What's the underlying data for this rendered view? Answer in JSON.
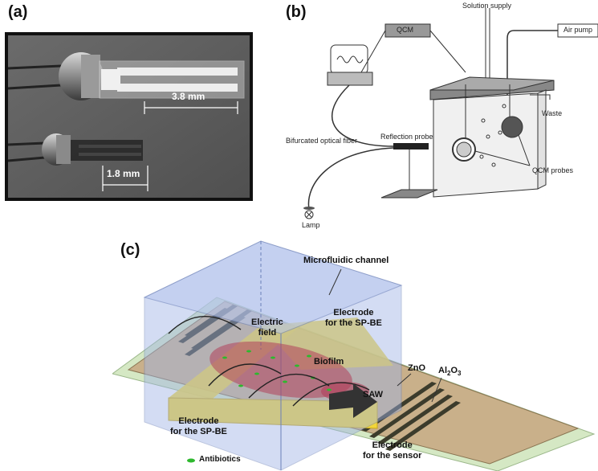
{
  "panel_a": {
    "letter": "(a)",
    "dim_large": "3.8 mm",
    "dim_small": "1.8 mm"
  },
  "panel_b": {
    "letter": "(b)",
    "solution_supply": "Solution supply",
    "qcm": "QCM",
    "air_pump": "Air pump",
    "waste": "Waste",
    "bifurcated_fiber": "Bifurcated optical fiber",
    "reflection_probe": "Reflection probe",
    "qcm_probes": "QCM probes",
    "lamp": "Lamp"
  },
  "panel_c": {
    "letter": "(c)",
    "microfluidic_channel": "Microfluidic channel",
    "electrode_spbe_top_line1": "Electrode",
    "electrode_spbe_top_line2": "for the SP-BE",
    "electric_field_line1": "Electric",
    "electric_field_line2": "field",
    "biofilm": "Biofilm",
    "zno": "ZnO",
    "al2o3_main": "Al",
    "al2o3_sub": "2",
    "al2o3_rest": "O",
    "al2o3_sub2": "3",
    "saw": "SAW",
    "electrode_spbe_bottom_line1": "Electrode",
    "electrode_spbe_bottom_line2": "for the SP-BE",
    "electrode_sensor_line1": "Electrode",
    "electrode_sensor_line2": "for the sensor",
    "antibiotics": "Antibiotics"
  },
  "colors": {
    "photo_bg": "#5f5f5f",
    "channel_blue": "#9fb3e6",
    "electrode_yellow": "#f2d63a",
    "zno_tan": "#c9b08a",
    "al2o3_green": "#d5e8c4",
    "biofilm_red": "#b0405a"
  }
}
